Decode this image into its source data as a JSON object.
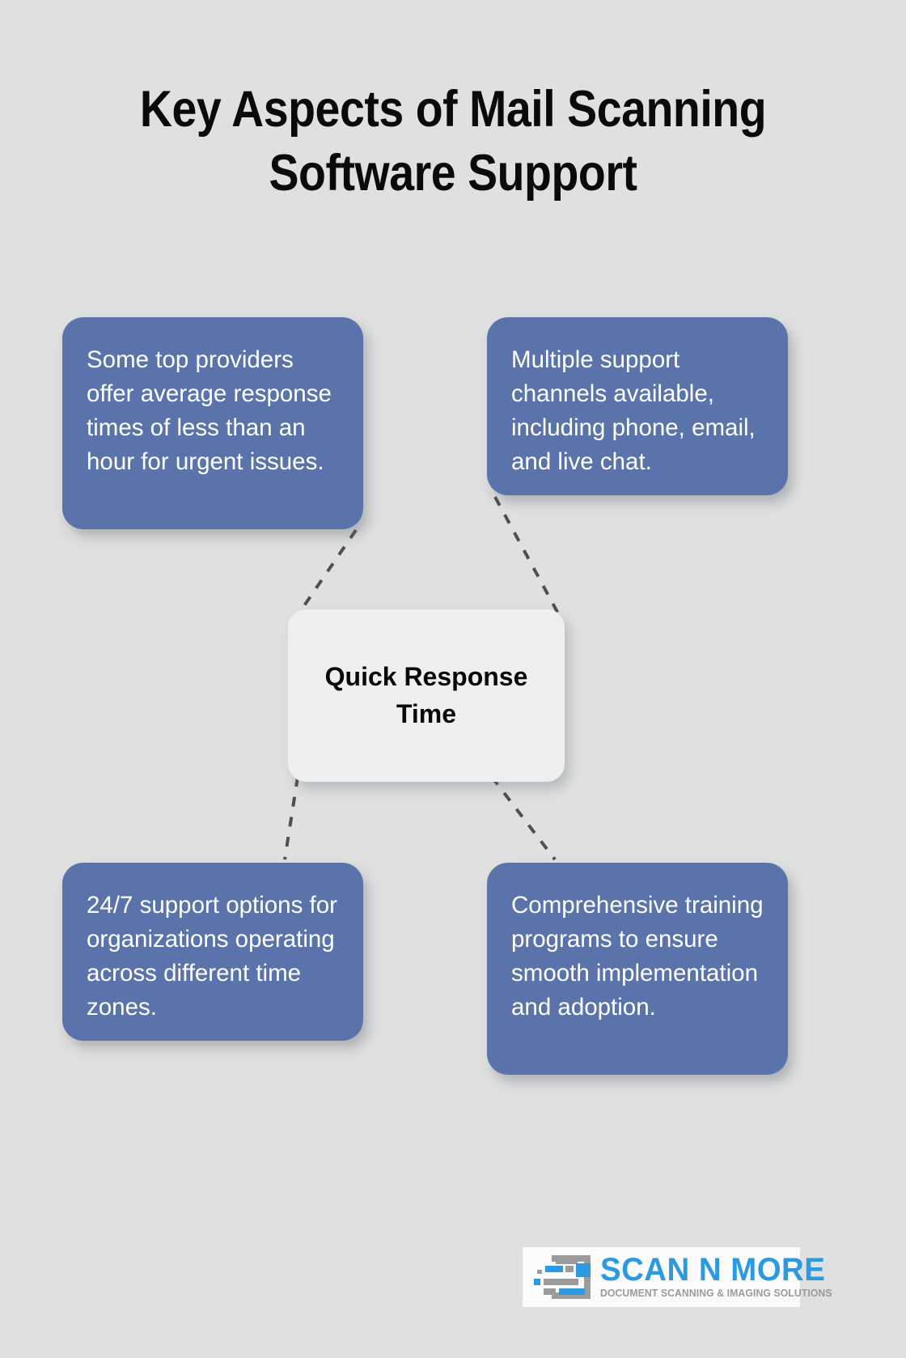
{
  "page": {
    "title": "Key Aspects of Mail Scanning Software Support",
    "background_color": "#dfe0e0"
  },
  "colors": {
    "card_blue": "#5a74ab",
    "center_fill": "#eeeff1",
    "connector": "#4f4f4f",
    "title_text": "#0a0a0a",
    "logo_blue": "#2b9ae0",
    "logo_gray": "#9b9b9b"
  },
  "center_node": {
    "label": "Quick Response Time"
  },
  "cards": [
    {
      "id": "top-left",
      "text": "Some top providers offer average response times of less than an hour for urgent issues."
    },
    {
      "id": "top-right",
      "text": "Multiple support channels available, including phone, email, and live chat."
    },
    {
      "id": "bottom-left",
      "text": "24/7 support options for organizations operating across different time zones."
    },
    {
      "id": "bottom-right",
      "text": "Comprehensive training programs to ensure smooth implementation and adoption."
    }
  ],
  "logo": {
    "name": "SCAN N MORE",
    "tagline": "DOCUMENT SCANNING & IMAGING SOLUTIONS",
    "mark": "document-scan-icon"
  }
}
